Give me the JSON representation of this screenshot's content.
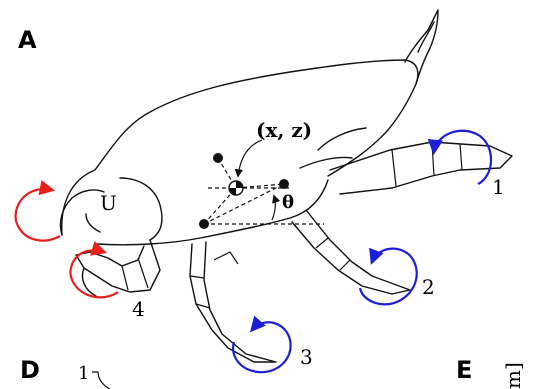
{
  "panels": {
    "a": "A",
    "d": "D",
    "e": "E"
  },
  "labels": {
    "com": "(x, z)",
    "angle": "θ",
    "urosome": "U",
    "leg1": "1",
    "leg2": "2",
    "leg3": "3",
    "leg4": "4",
    "panel_d_tick": "1",
    "panel_e_fragment": "m]"
  },
  "colors": {
    "red_rotation": "#e8201c",
    "blue_rotation": "#1c1fd8",
    "line": "#111111"
  }
}
